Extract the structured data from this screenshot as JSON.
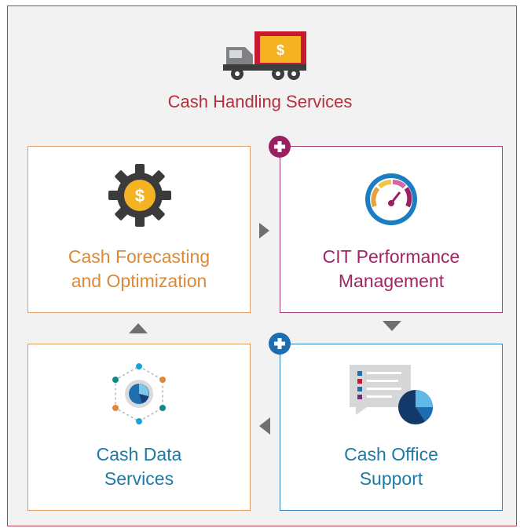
{
  "header": {
    "title": "Cash Handling Services",
    "truck_icon": "cash-truck-icon",
    "truck_symbol": "$"
  },
  "cards": {
    "forecast": {
      "line1": "Cash Forecasting",
      "line2": "and Optimization",
      "icon": "gear-dollar-icon",
      "symbol": "$"
    },
    "cit": {
      "line1": "CIT Performance",
      "line2": "Management",
      "icon": "speedometer-icon"
    },
    "data": {
      "line1": "Cash Data",
      "line2": "Services",
      "icon": "data-network-icon"
    },
    "office": {
      "line1": "Cash Office",
      "line2": "Support",
      "icon": "report-pie-chart-icon"
    }
  },
  "badges": {
    "cit": "plus-icon",
    "office": "plus-icon"
  },
  "flow_arrows": [
    "right",
    "down",
    "left",
    "up"
  ],
  "colors": {
    "border": "#b3414a",
    "title": "#b5303c",
    "forecast": "#d98938",
    "cit": "#a02564",
    "data": "#1c7aa6",
    "office": "#1c7aa6",
    "badge_cit": "#9c1f63",
    "badge_office": "#1c6eb0",
    "arrow": "#6e6f71",
    "background": "#f2f2f3"
  }
}
